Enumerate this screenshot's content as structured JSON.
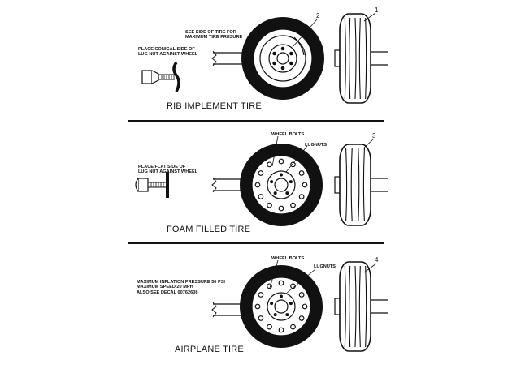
{
  "colors": {
    "ink": "#111111",
    "background": "#ffffff"
  },
  "panels": [
    {
      "number": "2",
      "side_number": "1",
      "title": "RIB IMPLEMENT TIRE",
      "note_left": "PLACE CONICAL SIDE OF\nLUG NUT AGAINST WHEEL",
      "note_top": "SEE SIDE OF TIRE FOR\nMAXIMUM TIRE PRESURE",
      "label_bolts": "",
      "label_lugnuts": ""
    },
    {
      "number": "3",
      "side_number": "",
      "title": "FOAM FILLED TIRE",
      "note_left": "PLACE FLAT SIDE OF\nLUG NUT AGAINST WHEEL",
      "note_top": "",
      "label_bolts": "WHEEL BOLTS",
      "label_lugnuts": "LUGNUTS"
    },
    {
      "number": "4",
      "side_number": "",
      "title": "AIRPLANE TIRE",
      "note_left": "MAXIMUM INFLATION PRESSURE 50 PSI\nMAXIMUM  SPEED 20 MPH\nALSO SEE DECAL 00762608",
      "note_top": "",
      "label_bolts": "WHEEL BOLTS",
      "label_lugnuts": "LUGNUTS"
    }
  ]
}
